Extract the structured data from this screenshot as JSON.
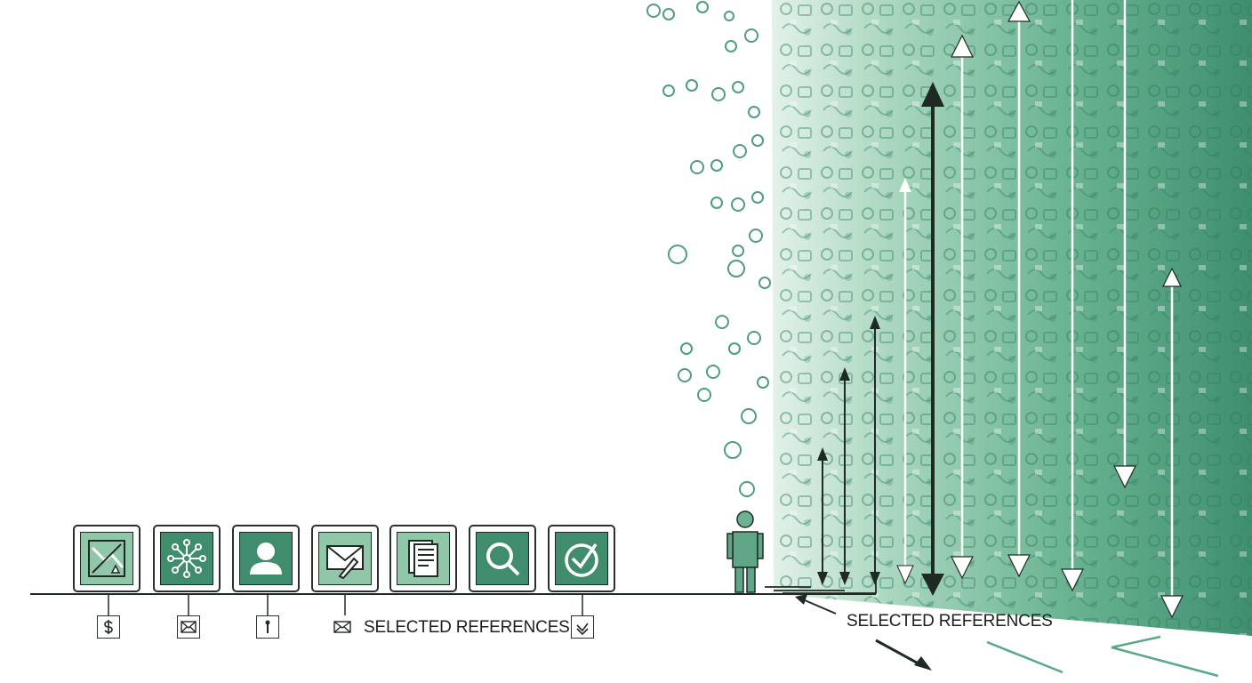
{
  "labels": {
    "left_label": "SELECTED REFERENCES",
    "right_label": "SELECTED REFERENCES"
  },
  "tiles": [
    {
      "icon": "chart-decline-icon",
      "shade": "light"
    },
    {
      "icon": "network-icon",
      "shade": "dark"
    },
    {
      "icon": "user-icon",
      "shade": "dark"
    },
    {
      "icon": "envelope-pen-icon",
      "shade": "light"
    },
    {
      "icon": "document-icon",
      "shade": "light"
    },
    {
      "icon": "magnifier-icon",
      "shade": "dark"
    },
    {
      "icon": "checkmark-icon",
      "shade": "dark"
    }
  ],
  "sub_icons": [
    "dollar-icon",
    "mail-icon",
    "pin-icon",
    "mail-icon",
    "check-down-icon"
  ],
  "colors": {
    "line": "#1f2a25",
    "accent_light": "#8fc7a8",
    "accent_dark": "#3f8d6c",
    "wall_light": "#d6ece0",
    "wall_dark": "#3b9473"
  }
}
